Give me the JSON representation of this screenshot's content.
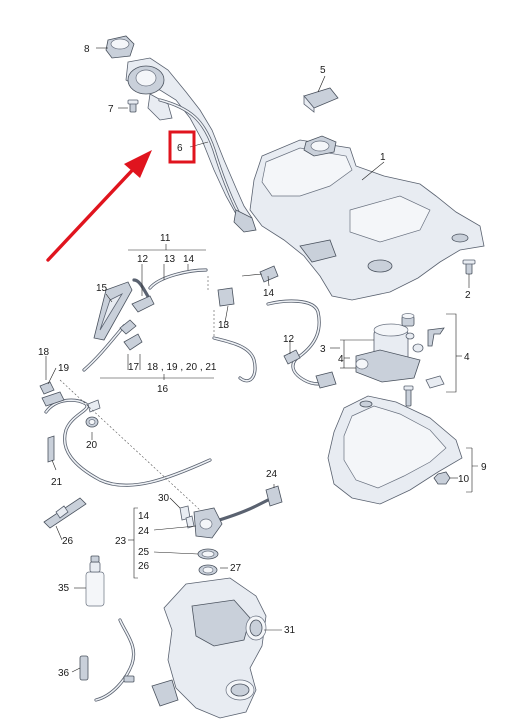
{
  "callouts": {
    "c1": "1",
    "c2": "2",
    "c3": "3",
    "c4a": "4",
    "c4b": "4",
    "c5": "5",
    "c6": "6",
    "c7": "7",
    "c8": "8",
    "c9": "9",
    "c10": "10",
    "c11": "11",
    "c12a": "12",
    "c12b": "12",
    "c13a": "13",
    "c13b": "13",
    "c14a": "14",
    "c14b": "14",
    "c14c": "14",
    "c15": "15",
    "c16": "16",
    "c17": "17",
    "c18": "18",
    "c19a": "19",
    "c1821": "18 , 19 , 20 , 21",
    "c20": "20",
    "c21": "21",
    "c23": "23",
    "c24a": "24",
    "c24b": "24",
    "c25": "25",
    "c26a": "26",
    "c26b": "26",
    "c27": "27",
    "c30": "30",
    "c31": "31",
    "c35": "35",
    "c36": "36"
  },
  "highlight": {
    "callout": "6",
    "color": "#e0141e"
  },
  "arrow": {
    "color": "#e0141e"
  },
  "colors": {
    "part_fill": "#e8ecf2",
    "part_stroke": "#5a6270"
  }
}
